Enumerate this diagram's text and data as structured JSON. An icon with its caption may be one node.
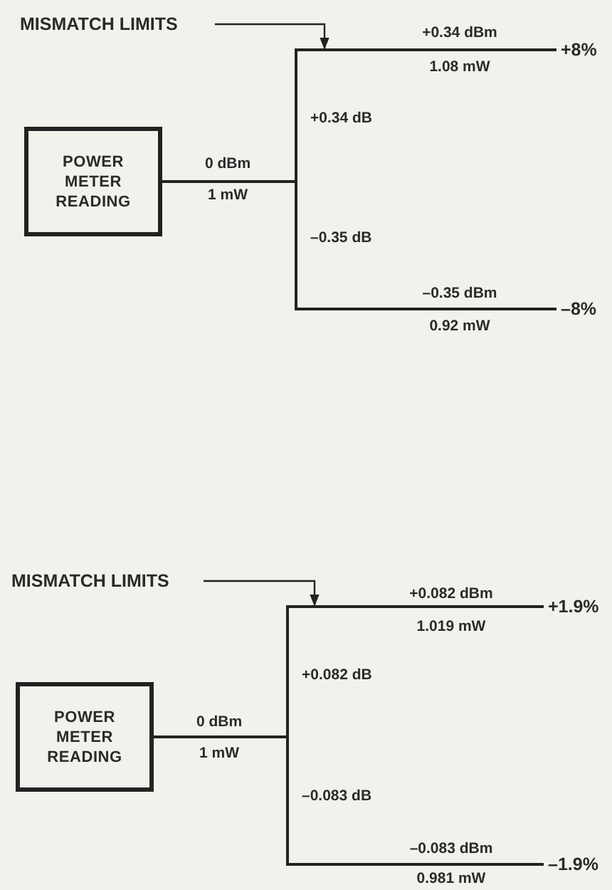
{
  "diagram": {
    "nodes": [
      {
        "text": [
          "MISMATCH LIMITS"
        ]
      },
      {
        "text": [
          "POWER METER READING"
        ]
      },
      {
        "text": [
          "+8%"
        ]
      },
      {
        "text": [
          "–8%"
        ]
      },
      {
        "text": [
          "MISMATCH LIMITS"
        ]
      },
      {
        "text": [
          "POWER METER READING"
        ]
      },
      {
        "text": [
          "+1.9%"
        ]
      },
      {
        "text": [
          "–1.9%"
        ]
      }
    ],
    "edges": [
      {
        "from": 0,
        "to": null,
        "arrow": "to"
      },
      {
        "from": 1,
        "to": 2,
        "arrow": "none"
      },
      {
        "from": 1,
        "to": 3,
        "arrow": "none"
      },
      {
        "from": 4,
        "to": null,
        "arrow": "to"
      },
      {
        "from": 5,
        "to": 6,
        "arrow": "none"
      },
      {
        "from": 5,
        "to": 7,
        "arrow": "none"
      }
    ],
    "labels": [
      "+0.34 dBm",
      "1.08 mW",
      "+0.34 dB",
      "0 dBm",
      "1 mW",
      "–0.35 dB",
      "–0.35 dBm",
      "0.92 mW",
      "+0.082 dBm",
      "1.019 mW",
      "+0.082 dB",
      "0 dBm",
      "1 mW",
      "–0.083 dB",
      "–0.083 dBm",
      "0.981 mW"
    ]
  }
}
